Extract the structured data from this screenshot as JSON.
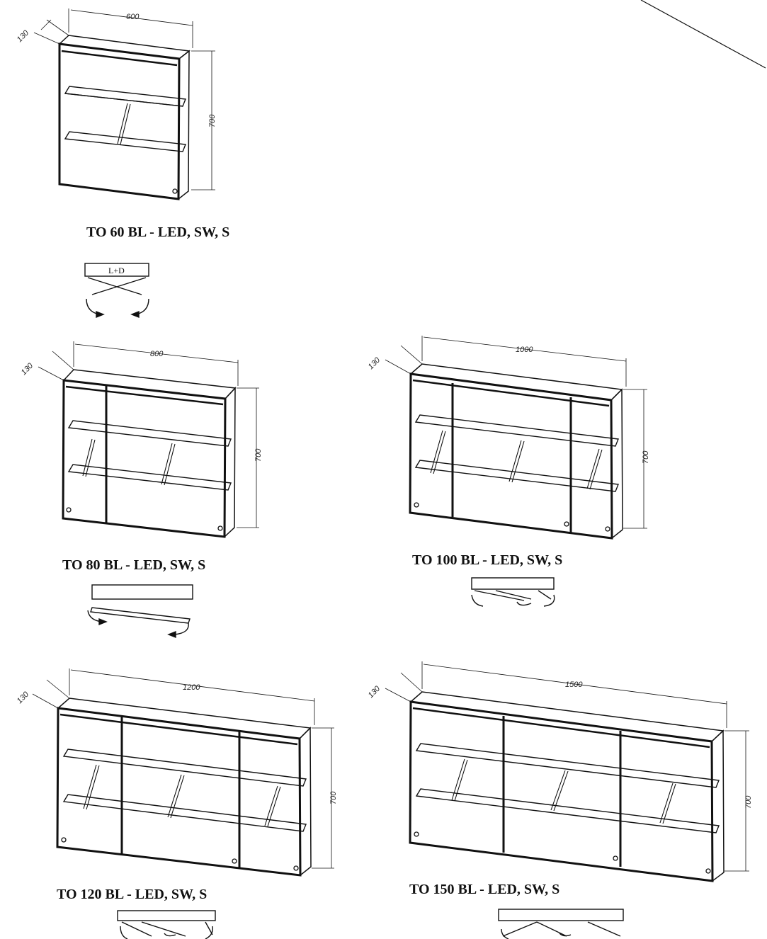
{
  "cabinets": [
    {
      "id": "to60",
      "width_label": "600",
      "depth_label": "130",
      "height_label": "700",
      "caption": "TO 60 BL - LED, SW, S",
      "doors": 1
    },
    {
      "id": "to80",
      "width_label": "800",
      "depth_label": "130",
      "height_label": "700",
      "caption": "TO 80 BL - LED, SW, S",
      "doors": 2
    },
    {
      "id": "to100",
      "width_label": "1000",
      "depth_label": "130",
      "height_label": "700",
      "caption": "TO 100 BL - LED, SW, S",
      "doors": 3
    },
    {
      "id": "to120",
      "width_label": "1200",
      "depth_label": "130",
      "height_label": "700",
      "caption": "TO 120 BL - LED, SW, S",
      "doors": 3
    },
    {
      "id": "to150",
      "width_label": "1500",
      "depth_label": "130",
      "height_label": "700",
      "caption": "TO 150 BL - LED, SW, S",
      "doors": 3
    }
  ],
  "door_symbol_label": "L+D",
  "colors": {
    "line": "#111111",
    "background": "#ffffff"
  }
}
